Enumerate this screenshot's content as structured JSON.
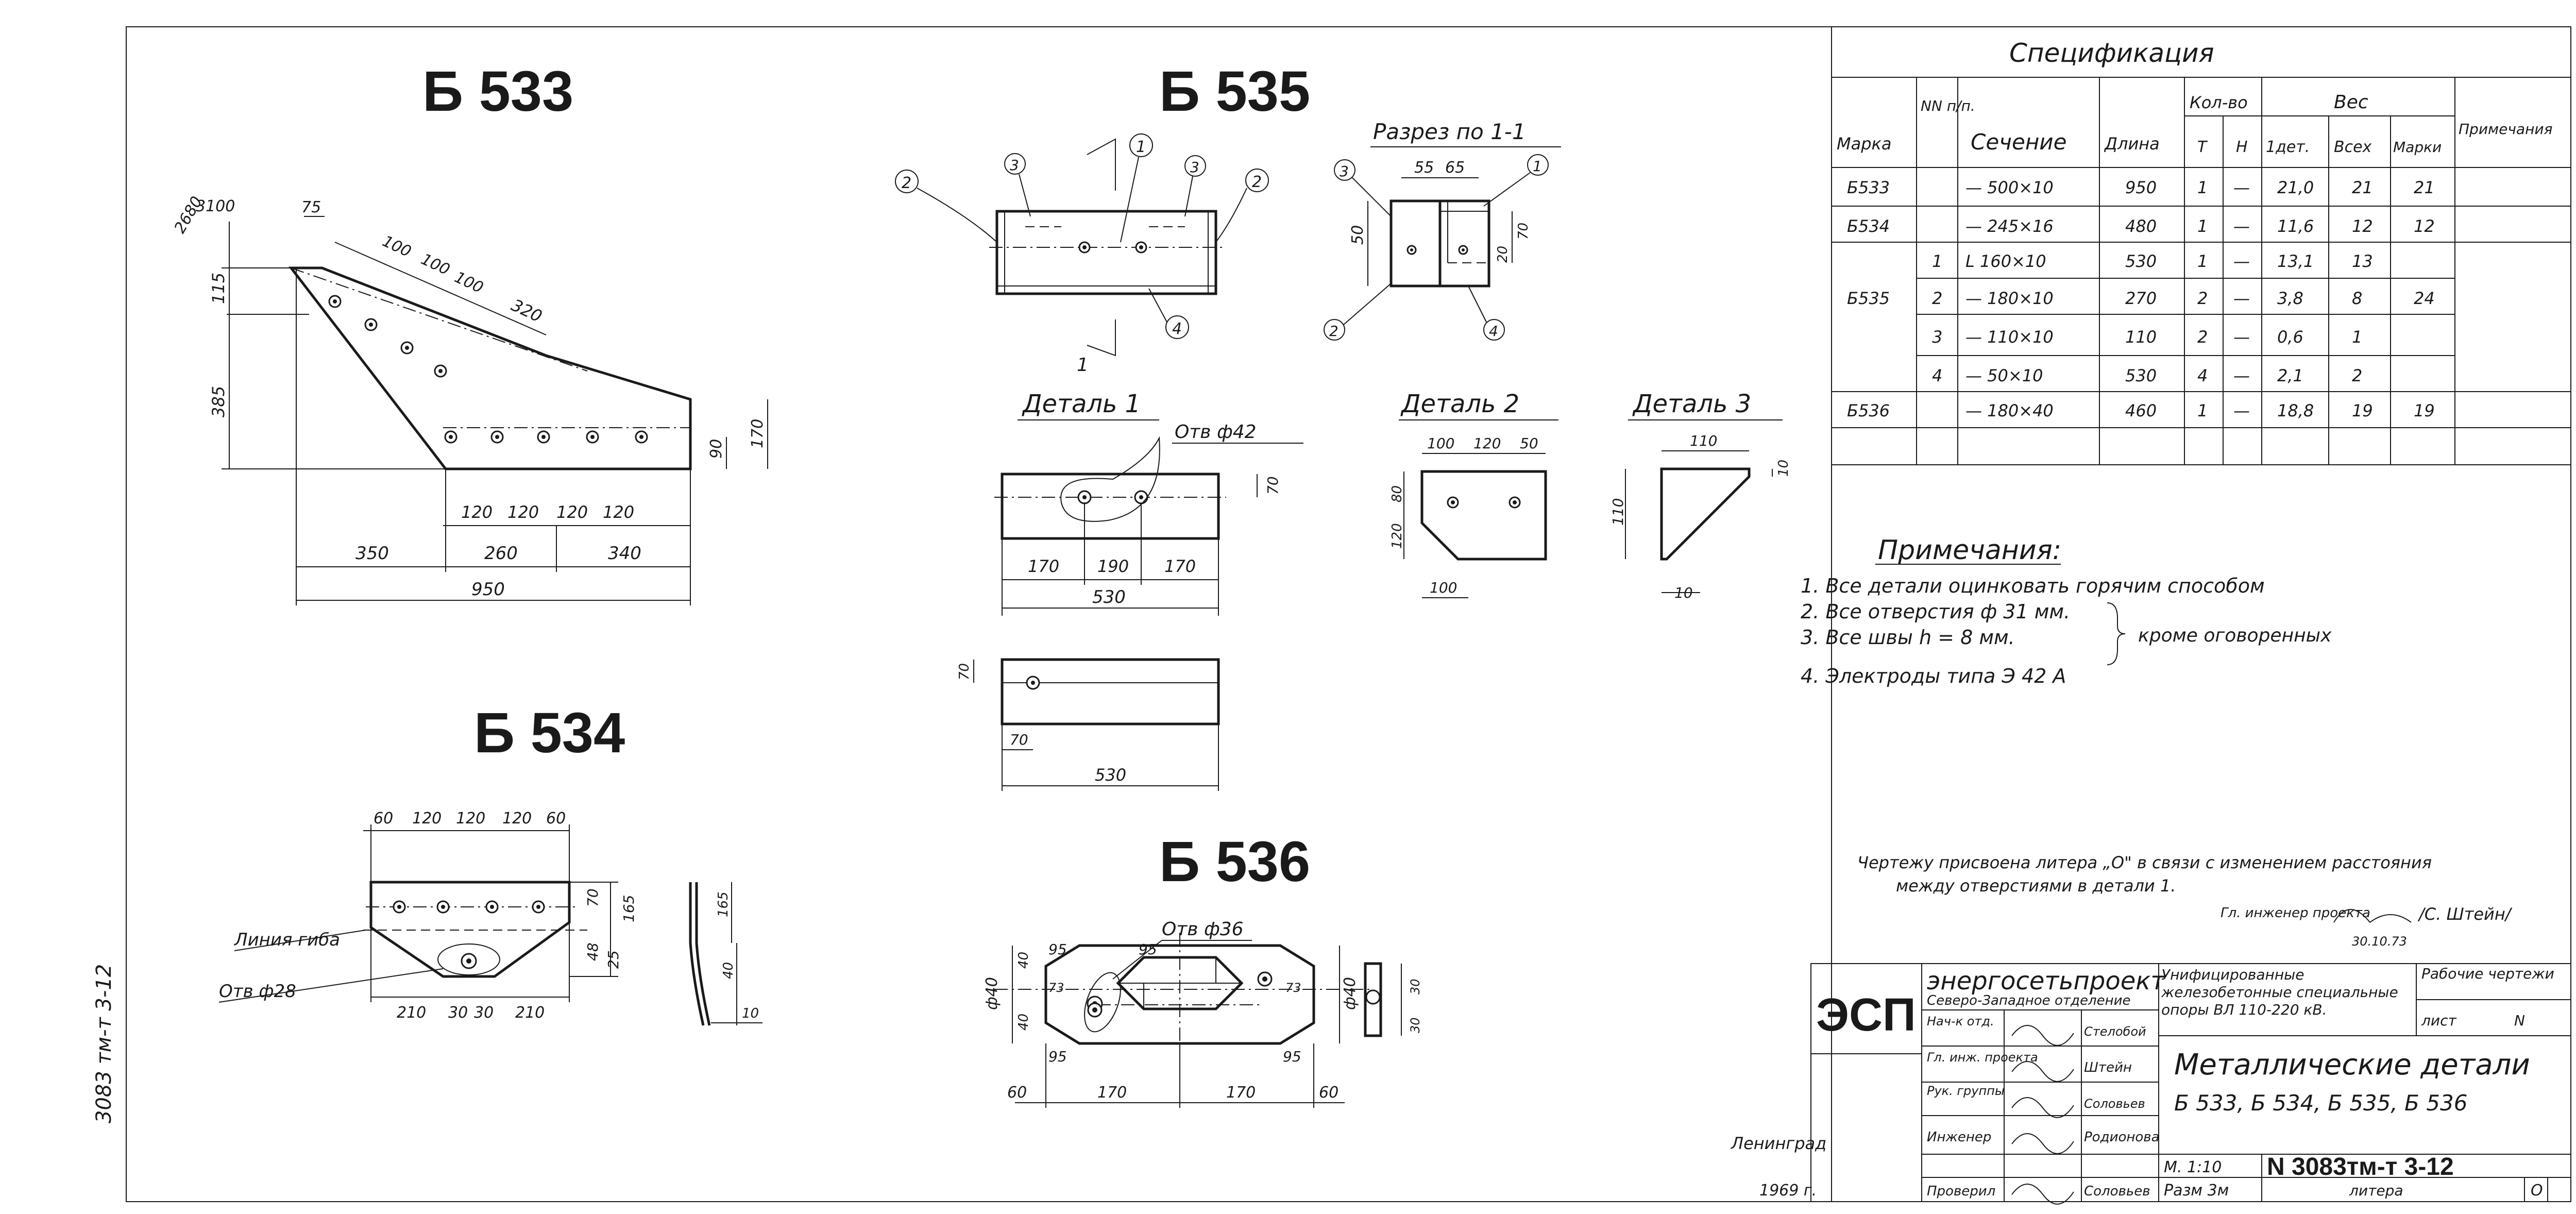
{
  "titles": {
    "b533": "Б 533",
    "b534": "Б 534",
    "b535": "Б 535",
    "b536": "Б 536"
  },
  "b533": {
    "dims_top": [
      "3100",
      "2680",
      "75",
      "100",
      "100",
      "100",
      "320"
    ],
    "dims_left": [
      "115",
      "385"
    ],
    "dims_right": [
      "90",
      "170"
    ],
    "dims_holes": [
      "120",
      "120",
      "120",
      "120"
    ],
    "dims_overall": [
      "350",
      "260",
      "340"
    ],
    "total": "950"
  },
  "b534": {
    "dims_top": [
      "60",
      "120",
      "120",
      "120",
      "60"
    ],
    "dims_right": [
      "70",
      "165",
      "48",
      "25"
    ],
    "bend_label": "Линия гиба",
    "hole_label": "Отв ф28",
    "dims_bottom": [
      "210",
      "30",
      "30",
      "210"
    ],
    "side_dims": [
      "165",
      "40",
      "10"
    ]
  },
  "b535": {
    "callouts": [
      "1",
      "2",
      "3",
      "3",
      "2",
      "4"
    ],
    "section_mark": "1",
    "section_title": "Разрез по 1-1",
    "section_dims": [
      "55",
      "65",
      "50",
      "20",
      "70"
    ],
    "section_callouts": [
      "3",
      "1",
      "2",
      "4"
    ]
  },
  "detail1": {
    "title": "Деталь 1",
    "hole_label": "Отв ф42",
    "dims": [
      "70",
      "170",
      "190",
      "170"
    ],
    "total": "530",
    "lower_dims": [
      "70",
      "70",
      "530"
    ]
  },
  "detail2": {
    "title": "Деталь 2",
    "dims": [
      "100",
      "120",
      "50",
      "80",
      "120",
      "100"
    ]
  },
  "detail3": {
    "title": "Деталь 3",
    "dims": [
      "110",
      "10",
      "110",
      "10"
    ]
  },
  "b536": {
    "hole_label": "Отв ф36",
    "dims_top": [
      "95",
      "95"
    ],
    "dims_left": [
      "ф40",
      "40",
      "40",
      "73"
    ],
    "dims_right": [
      "73",
      "ф40"
    ],
    "dims_bottom": [
      "95",
      "95"
    ],
    "dims_overall": [
      "60",
      "170",
      "170",
      "60"
    ],
    "side_dims": [
      "30",
      "30"
    ]
  },
  "spec": {
    "title": "Спецификация",
    "h_marka": "Марка",
    "h_nn": "NN п/п.",
    "h_sech": "Сечение",
    "h_dl": "Длина",
    "h_kol": "Кол-во",
    "h_t": "Т",
    "h_n": "Н",
    "h_ves": "Вес",
    "h_1": "1дет.",
    "h_vse": "Всех",
    "h_mar": "Марки",
    "h_prim": "Примечания",
    "rows": [
      {
        "marka": "Б533",
        "nn": "",
        "sech": "— 500×10",
        "dl": "950",
        "t": "1",
        "n": "—",
        "w1": "21,0",
        "wall": "21",
        "wm": "21"
      },
      {
        "marka": "Б534",
        "nn": "",
        "sech": "— 245×16",
        "dl": "480",
        "t": "1",
        "n": "—",
        "w1": "11,6",
        "wall": "12",
        "wm": "12"
      },
      {
        "marka": "",
        "nn": "1",
        "sech": "L 160×10",
        "dl": "530",
        "t": "1",
        "n": "—",
        "w1": "13,1",
        "wall": "13",
        "wm": ""
      },
      {
        "marka": "Б535",
        "nn": "2",
        "sech": "— 180×10",
        "dl": "270",
        "t": "2",
        "n": "—",
        "w1": "3,8",
        "wall": "8",
        "wm": "24"
      },
      {
        "marka": "",
        "nn": "3",
        "sech": "— 110×10",
        "dl": "110",
        "t": "2",
        "n": "—",
        "w1": "0,6",
        "wall": "1",
        "wm": ""
      },
      {
        "marka": "",
        "nn": "4",
        "sech": "— 50×10",
        "dl": "530",
        "t": "4",
        "n": "—",
        "w1": "2,1",
        "wall": "2",
        "wm": ""
      },
      {
        "marka": "Б536",
        "nn": "",
        "sech": "— 180×40",
        "dl": "460",
        "t": "1",
        "n": "—",
        "w1": "18,8",
        "wall": "19",
        "wm": "19"
      }
    ]
  },
  "notes": {
    "title": "Примечания:",
    "n1": "1. Все детали оцинковать горячим способом",
    "n2": "2. Все отверстия ф 31 мм.",
    "n3": "3. Все швы h = 8 мм.",
    "n4": "4. Электроды типа Э 42 А",
    "brace": "кроме оговоренных"
  },
  "revision": {
    "line1": "Чертежу присвоена литера „О\" в связи с изменением расстояния",
    "line2": "между отверстиями в детали 1.",
    "role": "Гл. инженер проекта",
    "name": "/С. Штейн/",
    "date": "30.10.73"
  },
  "stamp": {
    "esp": "ЭСП",
    "org": "энергосетьпроект",
    "branch": "Северо-Западное отделение",
    "project": "Унифицированные железобетонные специальные опоры ВЛ 110-220 кВ.",
    "stage": "Рабочие чертежи",
    "sheet_label": "лист",
    "sheet_no": "N",
    "title": "Металлические детали",
    "subtitle": "Б 533, Б 534, Б 535, Б 536",
    "r1_role": "Нач-к отд.",
    "r1_name": "Стелобой",
    "r2_role": "Гл. инж. проекта",
    "r2_name": "Штейн",
    "r3_role": "Рук. группы",
    "r3_name": "Соловьев",
    "r4_role": "Инженер",
    "r4_name": "Родионова",
    "r5_role": "Проверил",
    "r5_name": "Соловьев",
    "scale": "М. 1:10",
    "mass": "Разм 3м",
    "drawing_no": "N 3083тм-т 3-12",
    "litera_label": "литера",
    "litera": "О",
    "city": "Ленинград",
    "year": "1969 г."
  },
  "margin_note": "3083 тм-т 3-12"
}
